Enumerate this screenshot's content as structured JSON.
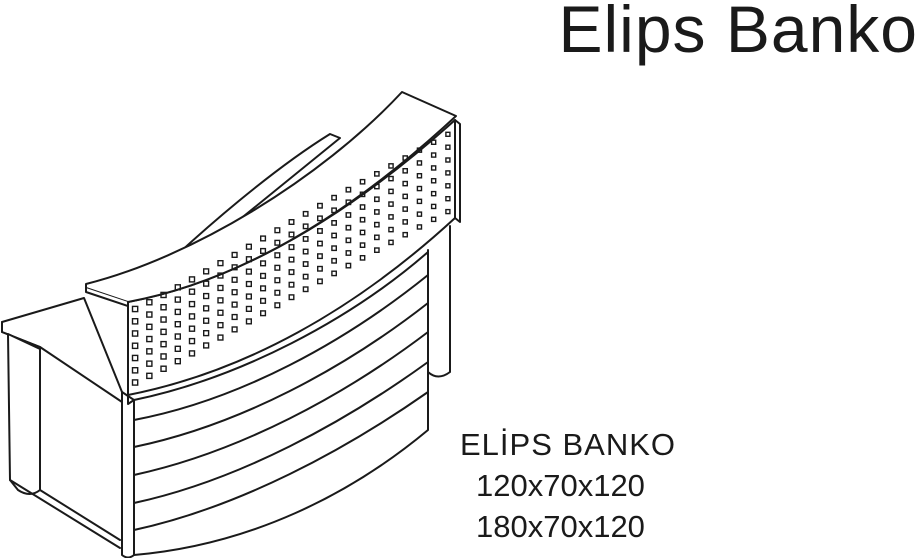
{
  "header": {
    "title": "Elips Banko"
  },
  "product": {
    "name": "ELİPS BANKO",
    "dimensions": [
      "120x70x120",
      "180x70x120"
    ]
  },
  "illustration": {
    "icon": "reception-desk-icon",
    "line_color": "#1a1a1a",
    "background": "#ffffff"
  }
}
